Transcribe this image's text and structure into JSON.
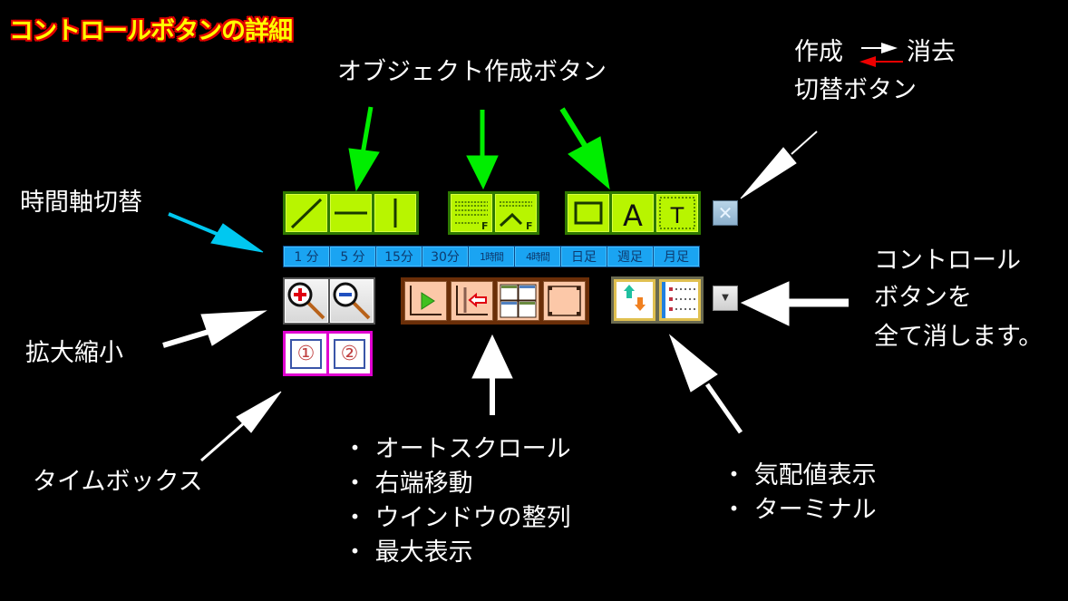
{
  "title": "コントロールボタンの詳細",
  "labels": {
    "object_create": "オブジェクト作成ボタン",
    "toggle_line1_left": "作成",
    "toggle_line1_right": "消去",
    "toggle_line2": "切替ボタン",
    "timeframe": "時間軸切替",
    "zoom": "拡大縮小",
    "timebox": "タイムボックス",
    "hide_all_1": "コントロール",
    "hide_all_2": "ボタンを",
    "hide_all_3": "全て消します。"
  },
  "chart_bullets": [
    "オートスクロール",
    "右端移動",
    "ウインドウの整列",
    "最大表示"
  ],
  "window_bullets": [
    "気配値表示",
    "ターミナル"
  ],
  "object_buttons": {
    "lines": [
      {
        "icon": "trendline-icon"
      },
      {
        "icon": "horizontal-line-icon"
      },
      {
        "icon": "vertical-line-icon"
      }
    ],
    "fib": [
      {
        "icon": "fibonacci-retracement-icon",
        "badge": "F"
      },
      {
        "icon": "fibonacci-expansion-icon",
        "badge": "F"
      }
    ],
    "shapes": [
      {
        "icon": "rectangle-icon"
      },
      {
        "icon": "text-label-icon",
        "glyph": "A"
      },
      {
        "icon": "text-box-icon",
        "glyph": "T"
      }
    ]
  },
  "timeframes": [
    "1 分",
    "5 分",
    "15分",
    "30分",
    "1時間",
    "4時間",
    "日足",
    "週足",
    "月足"
  ],
  "timebox": [
    "①",
    "②"
  ],
  "close_glyph": "✕",
  "dropdown_glyph": "▼",
  "colors": {
    "title_fill": "#ffff00",
    "title_outline": "#e00000",
    "green_arrow": "#00ee00",
    "cyan_arrow": "#00c8f0",
    "red_arrow": "#ee0000",
    "white_arrow": "#ffffff"
  }
}
